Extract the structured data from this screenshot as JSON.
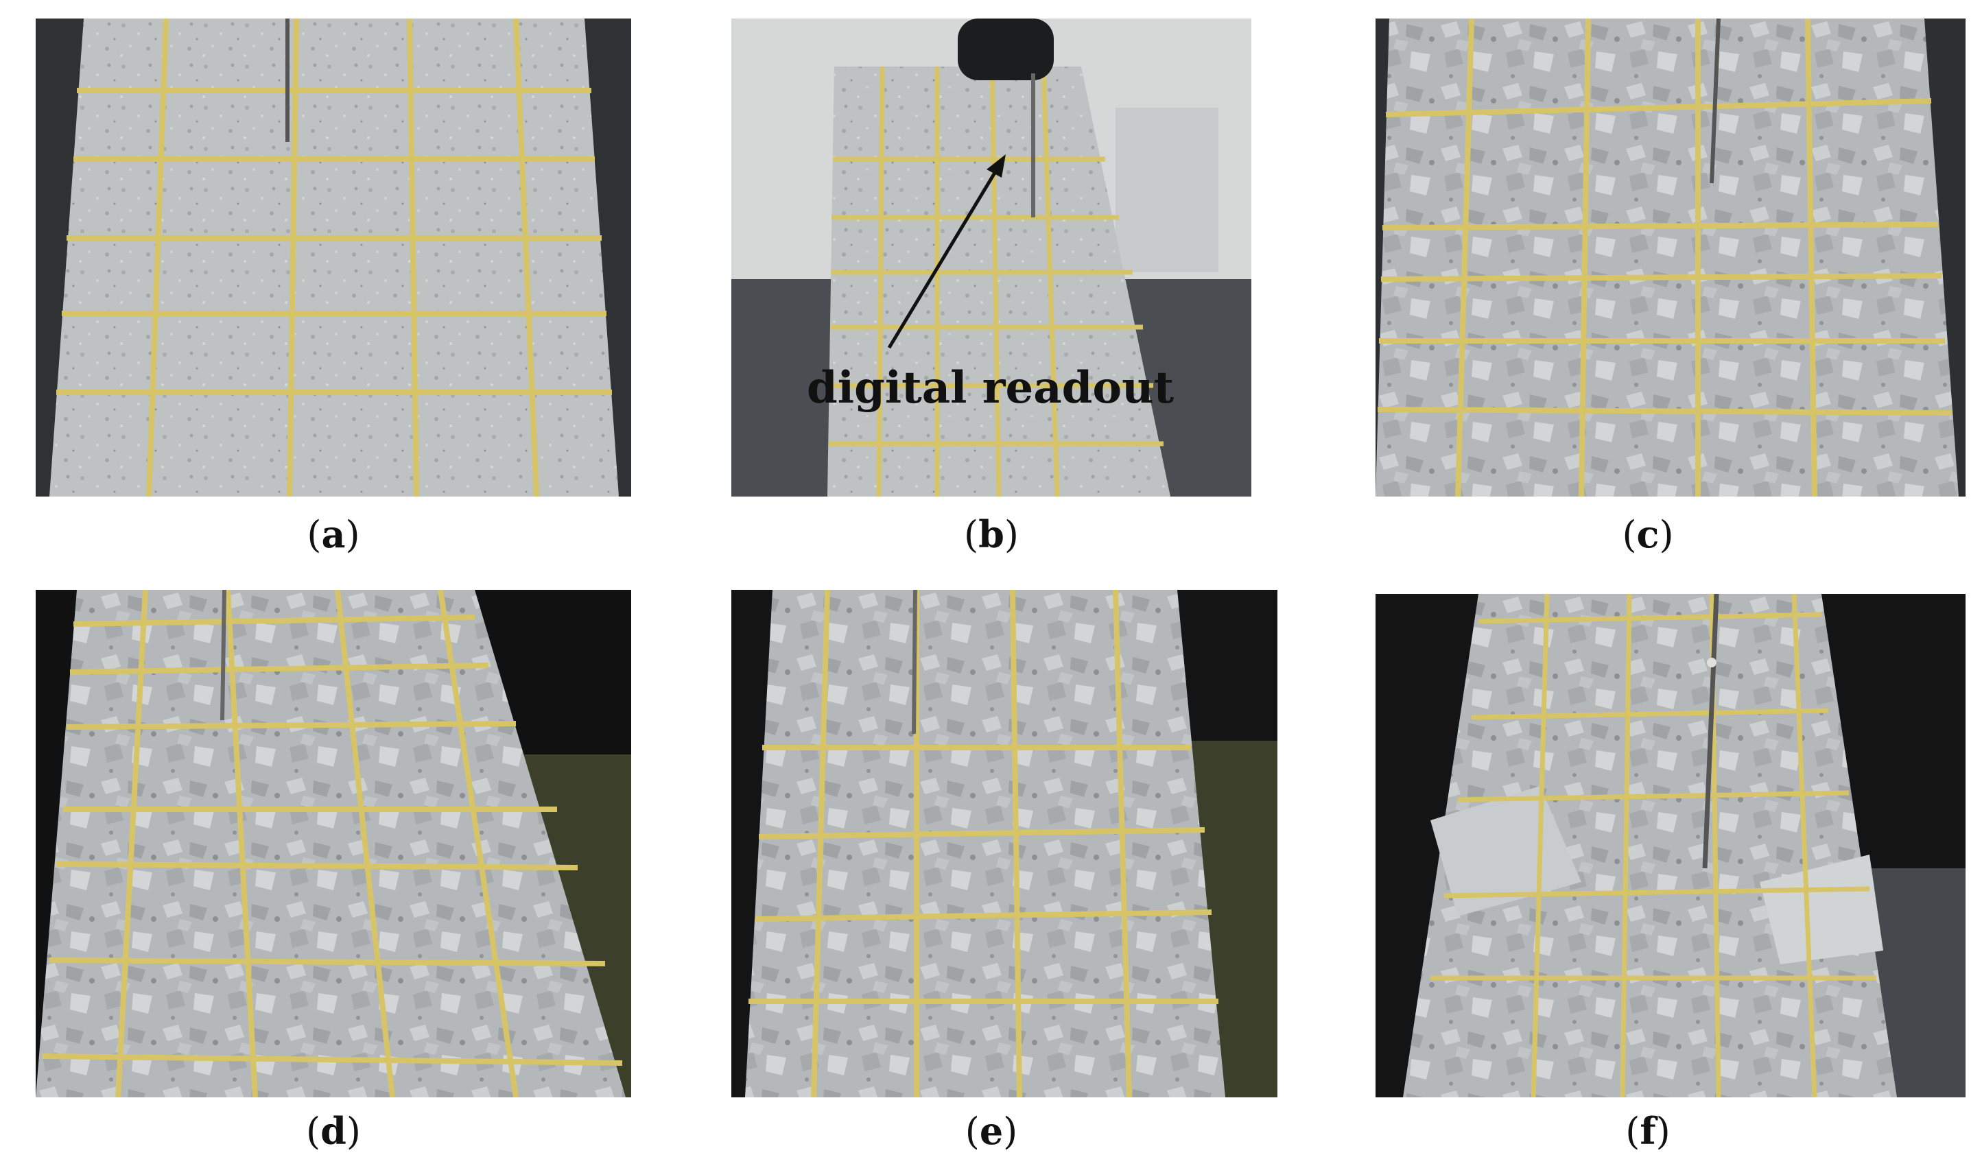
{
  "panels": [
    {
      "id": "a",
      "label": "a"
    },
    {
      "id": "b",
      "label": "b"
    },
    {
      "id": "c",
      "label": "c"
    },
    {
      "id": "d",
      "label": "d"
    },
    {
      "id": "e",
      "label": "e"
    },
    {
      "id": "f",
      "label": "f"
    }
  ],
  "annotation": {
    "text": "digital readout"
  },
  "colors": {
    "concrete": "#b9bcbc",
    "mesh": "#d8c56a",
    "background": "#3a3d3f"
  }
}
